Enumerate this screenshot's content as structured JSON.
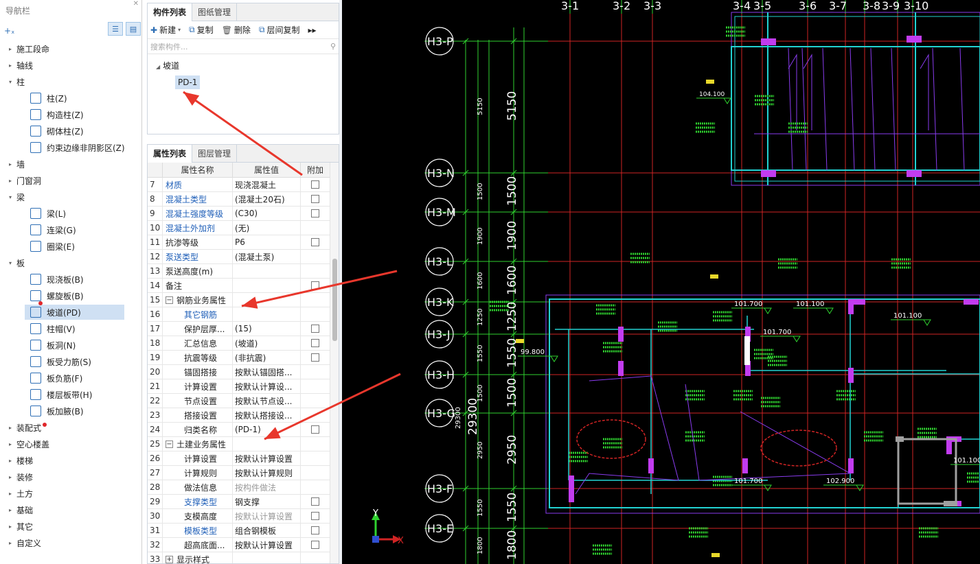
{
  "nav": {
    "title": "导航栏",
    "categories": [
      {
        "label": "施工段命",
        "expanded": false
      },
      {
        "label": "轴线",
        "expanded": false
      },
      {
        "label": "柱",
        "expanded": true
      },
      {
        "label": "柱(Z)",
        "child": true,
        "icon": "column-icon"
      },
      {
        "label": "构造柱(Z)",
        "child": true,
        "icon": "construct-column-icon"
      },
      {
        "label": "砌体柱(Z)",
        "child": true,
        "icon": "masonry-column-icon"
      },
      {
        "label": "约束边缘非阴影区(Z)",
        "child": true,
        "icon": "boundary-zone-icon"
      },
      {
        "label": "墙",
        "expanded": false
      },
      {
        "label": "门窗洞",
        "expanded": false
      },
      {
        "label": "梁",
        "expanded": true
      },
      {
        "label": "梁(L)",
        "child": true,
        "icon": "beam-icon"
      },
      {
        "label": "连梁(G)",
        "child": true,
        "icon": "coupling-beam-icon"
      },
      {
        "label": "圈梁(E)",
        "child": true,
        "icon": "ring-beam-icon"
      },
      {
        "label": "板",
        "expanded": true
      },
      {
        "label": "现浇板(B)",
        "child": true,
        "icon": "cast-slab-icon"
      },
      {
        "label": "螺旋板(B)",
        "child": true,
        "icon": "spiral-slab-icon"
      },
      {
        "label": "坡道(PD)",
        "child": true,
        "icon": "ramp-icon",
        "selected": true
      },
      {
        "label": "柱帽(V)",
        "child": true,
        "icon": "column-cap-icon"
      },
      {
        "label": "板洞(N)",
        "child": true,
        "icon": "slab-hole-icon"
      },
      {
        "label": "板受力筋(S)",
        "child": true,
        "icon": "slab-rebar-icon"
      },
      {
        "label": "板负筋(F)",
        "child": true,
        "icon": "negative-rebar-icon"
      },
      {
        "label": "楼层板带(H)",
        "child": true,
        "icon": "slab-strip-icon"
      },
      {
        "label": "板加腋(B)",
        "child": true,
        "icon": "slab-haunch-icon"
      },
      {
        "label": "装配式",
        "expanded": false,
        "dot": true
      },
      {
        "label": "空心楼盖",
        "expanded": false
      },
      {
        "label": "楼梯",
        "expanded": false
      },
      {
        "label": "装修",
        "expanded": false
      },
      {
        "label": "土方",
        "expanded": false
      },
      {
        "label": "基础",
        "expanded": false
      },
      {
        "label": "其它",
        "expanded": false
      },
      {
        "label": "自定义",
        "expanded": false
      }
    ]
  },
  "component_panel": {
    "tabs": [
      "构件列表",
      "图纸管理"
    ],
    "toolbar": {
      "new": "新建",
      "copy": "复制",
      "delete": "删除",
      "floor_copy": "层间复制",
      "more": "▸▸"
    },
    "search_placeholder": "搜索构件...",
    "tree_root": "坡道",
    "tree_item": "PD-1"
  },
  "property_panel": {
    "tabs": [
      "属性列表",
      "图层管理"
    ],
    "headers": {
      "name": "属性名称",
      "value": "属性值",
      "extra": "附加"
    },
    "rows": [
      {
        "num": "7",
        "name": "材质",
        "value": "现浇混凝土",
        "blue": true,
        "cb": true
      },
      {
        "num": "8",
        "name": "混凝土类型",
        "value": "(混凝土20石)",
        "blue": true,
        "cb": true
      },
      {
        "num": "9",
        "name": "混凝土强度等级",
        "value": "(C30)",
        "blue": true,
        "cb": true
      },
      {
        "num": "10",
        "name": "混凝土外加剂",
        "value": "(无)",
        "blue": true,
        "cb": false
      },
      {
        "num": "11",
        "name": "抗渗等级",
        "value": "P6",
        "blue": false,
        "cb": true
      },
      {
        "num": "12",
        "name": "泵送类型",
        "value": "(混凝土泵)",
        "blue": true,
        "cb": false
      },
      {
        "num": "13",
        "name": "泵送高度(m)",
        "value": "",
        "blue": false,
        "cb": false
      },
      {
        "num": "14",
        "name": "备注",
        "value": "",
        "blue": false,
        "cb": true
      },
      {
        "num": "15",
        "name": "钢筋业务属性",
        "value": "",
        "group": true,
        "cb": false
      },
      {
        "num": "16",
        "name": "其它钢筋",
        "value": "",
        "blue": true,
        "indent": true,
        "cb": false
      },
      {
        "num": "17",
        "name": "保护层厚...",
        "value": "(15)",
        "indent": true,
        "cb": true
      },
      {
        "num": "18",
        "name": "汇总信息",
        "value": "(坡道)",
        "indent": true,
        "cb": true
      },
      {
        "num": "19",
        "name": "抗震等级",
        "value": "(非抗震)",
        "indent": true,
        "cb": true
      },
      {
        "num": "20",
        "name": "锚固搭接",
        "value": "按默认锚固搭...",
        "indent": true,
        "cb": false
      },
      {
        "num": "21",
        "name": "计算设置",
        "value": "按默认计算设...",
        "indent": true,
        "cb": false
      },
      {
        "num": "22",
        "name": "节点设置",
        "value": "按默认节点设...",
        "indent": true,
        "cb": false
      },
      {
        "num": "23",
        "name": "搭接设置",
        "value": "按默认搭接设...",
        "indent": true,
        "cb": false
      },
      {
        "num": "24",
        "name": "归类名称",
        "value": "(PD-1)",
        "indent": true,
        "cb": true
      },
      {
        "num": "25",
        "name": "土建业务属性",
        "value": "",
        "group": true,
        "cb": false
      },
      {
        "num": "26",
        "name": "计算设置",
        "value": "按默认计算设置",
        "indent": true,
        "cb": false
      },
      {
        "num": "27",
        "name": "计算规则",
        "value": "按默认计算规则",
        "indent": true,
        "cb": false
      },
      {
        "num": "28",
        "name": "做法信息",
        "value": "按构件做法",
        "indent": true,
        "grey": true,
        "cb": false
      },
      {
        "num": "29",
        "name": "支撑类型",
        "value": "钢支撑",
        "blue": true,
        "indent": true,
        "cb": true
      },
      {
        "num": "30",
        "name": "支模高度",
        "value": "按默认计算设置",
        "indent": true,
        "grey": true,
        "cb": true
      },
      {
        "num": "31",
        "name": "模板类型",
        "value": "组合钢模板",
        "blue": true,
        "indent": true,
        "cb": true
      },
      {
        "num": "32",
        "name": "超高底面...",
        "value": "按默认计算设置",
        "indent": true,
        "cb": true
      },
      {
        "num": "33",
        "name": "显示样式",
        "value": "",
        "plus": true,
        "cb": false
      }
    ]
  },
  "drawing": {
    "col_labels": [
      "3-1",
      "3-2",
      "3-3",
      "3-4",
      "3-5",
      "3-6",
      "3-7",
      "3-8",
      "3-9",
      "3-10"
    ],
    "row_labels": [
      "H3-P",
      "H3-N",
      "H3-M",
      "H3-L",
      "H3-K",
      "H3-J",
      "H3-H",
      "H3-G",
      "H3-F",
      "H3-E"
    ],
    "dims_big": [
      "5150",
      "1500",
      "1900",
      "1600",
      "1250",
      "1550",
      "1500",
      "2950",
      "1550",
      "1800"
    ],
    "dims_small": [
      "5150",
      "1500",
      "1900",
      "1600",
      "1250",
      "1550",
      "1500",
      "2950",
      "1550",
      "1800"
    ],
    "total_dim": "29300",
    "total_dim_small": "29300",
    "elevations": [
      "104.100",
      "101.700",
      "101.100",
      "101.100",
      "101.700",
      "101.700",
      "102.900",
      "99.800",
      "101.100",
      "101.700"
    ],
    "axis_x": "X",
    "axis_y": "Y"
  },
  "colors": {
    "accent": "#2f6fb5",
    "selected": "#cfe0f3",
    "canvas_bg": "#000000",
    "grid_red": "#e0262b",
    "grid_green": "#2fd22f",
    "beam_cyan": "#22d3d3",
    "beam_purple": "#8a3cf0",
    "arrow": "#e8372c"
  }
}
